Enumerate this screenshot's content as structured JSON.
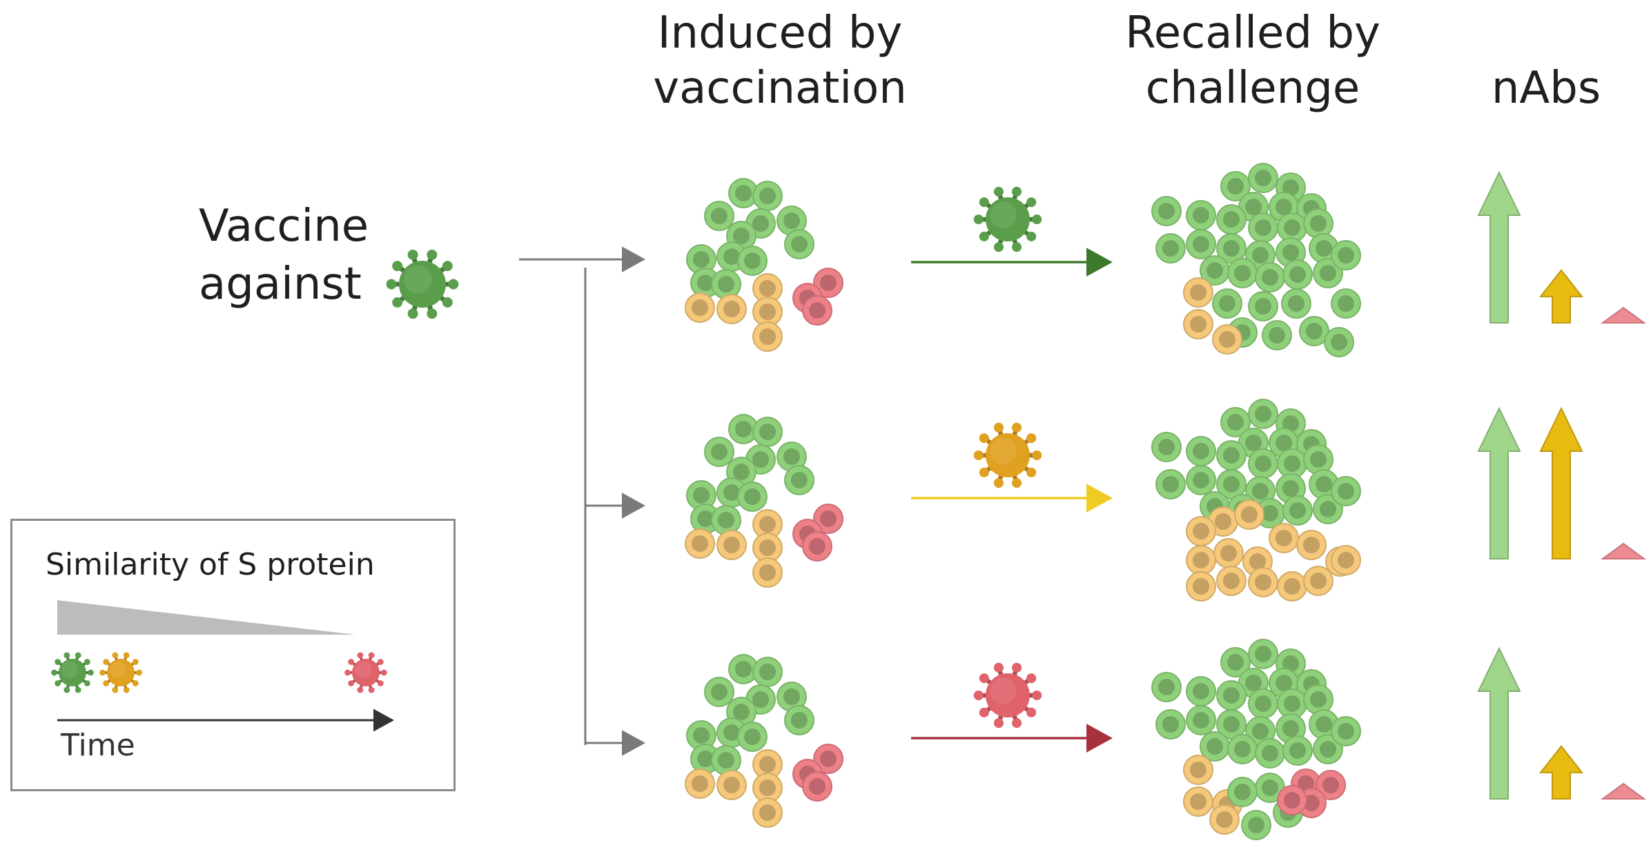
{
  "headers": {
    "induced": [
      "Induced by",
      "vaccination"
    ],
    "recalled": [
      "Recalled by",
      "challenge"
    ],
    "nabs": "nAbs"
  },
  "vaccine_label": [
    "Vaccine",
    "against"
  ],
  "legend": {
    "title": "Similarity of S protein",
    "time_label": "Time"
  },
  "colors": {
    "green_virus": "#5a9e4b",
    "yellow_virus": "#e0a020",
    "red_virus": "#e0626a",
    "green_cell": "#8fd17a",
    "yellow_cell": "#f5c87a",
    "red_cell": "#ee8088",
    "arrow_gray": "#7a7a7a",
    "arrow_green": "#3f7a2c",
    "arrow_yellow": "#f0cc22",
    "arrow_red": "#a8313e",
    "nabs_green": "#9fd68a",
    "nabs_yellow": "#e8bb10",
    "nabs_red": "#ee8a92"
  },
  "rows": [
    {
      "challenge": "green",
      "nabs_levels": {
        "green": 1.0,
        "yellow": 0.35,
        "red": 0.08
      }
    },
    {
      "challenge": "yellow",
      "nabs_levels": {
        "green": 1.0,
        "yellow": 1.0,
        "red": 0.08
      }
    },
    {
      "challenge": "red",
      "nabs_levels": {
        "green": 1.0,
        "yellow": 0.35,
        "red": 0.08
      }
    }
  ]
}
